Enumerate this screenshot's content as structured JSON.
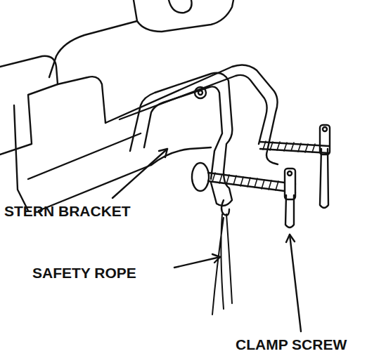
{
  "diagram": {
    "labels": [
      "STERN BRACKET",
      "SAFETY ROPE",
      "CLAMP SCREW"
    ]
  }
}
